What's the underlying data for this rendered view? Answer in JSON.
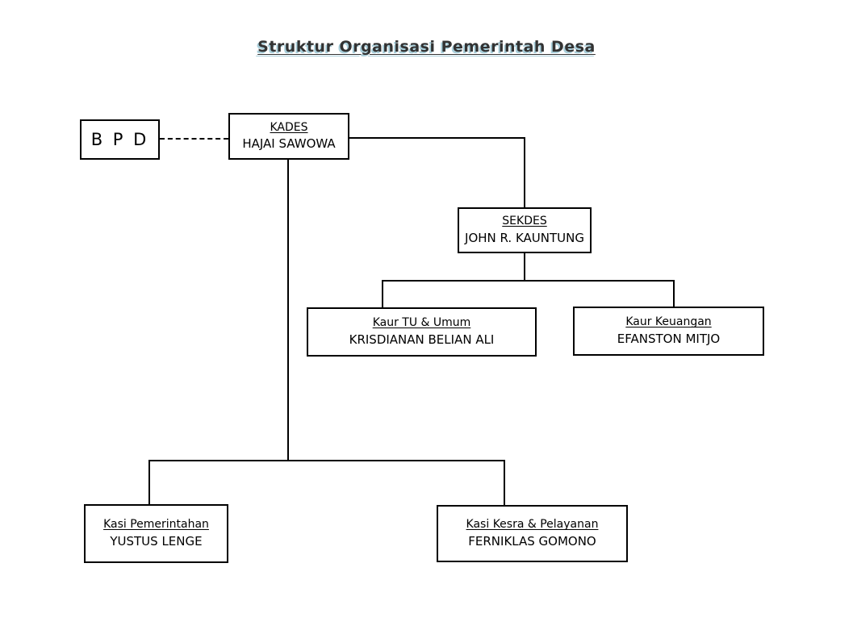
{
  "page": {
    "background_color": "#ffffff",
    "line_color": "#000000"
  },
  "title": {
    "text": "Struktur Organisasi Pemerintah Desa",
    "text_color": "#333333",
    "shadow_color": "#a9cfdb"
  },
  "chart": {
    "type": "organizational-chart",
    "nodes": {
      "bpd": {
        "role": "B P D",
        "name": ""
      },
      "kades": {
        "role": "KADES",
        "name": "HAJAI SAWOWA"
      },
      "sekdes": {
        "role": "SEKDES",
        "name": "JOHN R. KAUNTUNG"
      },
      "kaur_tu_umum": {
        "role": "Kaur TU & Umum",
        "name": "KRISDIANAN BELIAN ALI"
      },
      "kaur_keuangan": {
        "role": "Kaur Keuangan",
        "name": "EFANSTON MITJO"
      },
      "kasi_pemerintahan": {
        "role": "Kasi Pemerintahan",
        "name": "YUSTUS LENGE"
      },
      "kasi_kesra_pelayanan": {
        "role": "Kasi Kesra & Pelayanan",
        "name": "FERNIKLAS GOMONO"
      }
    },
    "edges": [
      {
        "from": "bpd",
        "to": "kades",
        "style": "dashed"
      },
      {
        "from": "kades",
        "to": "sekdes",
        "style": "solid"
      },
      {
        "from": "sekdes",
        "to": "kaur_tu_umum",
        "style": "solid"
      },
      {
        "from": "sekdes",
        "to": "kaur_keuangan",
        "style": "solid"
      },
      {
        "from": "kades",
        "to": "kasi_pemerintahan",
        "style": "solid"
      },
      {
        "from": "kades",
        "to": "kasi_kesra_pelayanan",
        "style": "solid"
      }
    ]
  }
}
